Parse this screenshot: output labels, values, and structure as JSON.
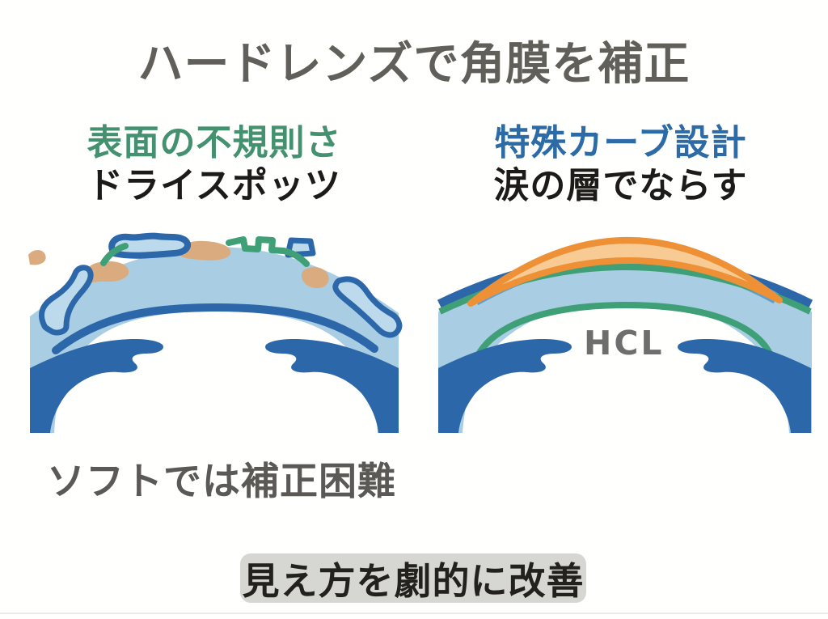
{
  "title": "ハードレンズで角膜を補正",
  "left_panel": {
    "heading": "表面の不規則さ",
    "subheading": "ドライスポッツ"
  },
  "right_panel": {
    "heading": "特殊カーブ設計",
    "subheading": "涙の層でならす",
    "lens_label": "HCL"
  },
  "footnote": "ソフトでは補正困難",
  "badge": {
    "label": "見え方を劇的に改善"
  },
  "colors": {
    "background": "#fffffe",
    "title_gray": "#615f59",
    "heading_green": "#43916f",
    "heading_blue": "#2d6ba6",
    "black_text": "#1d1b18",
    "footnote_gray": "#5b5955",
    "hcl_gray": "#6e6e6e",
    "badge_bg": "#d6d6d3",
    "badge_text": "#23211b",
    "cornea_fill": "#a9cee3",
    "bump_fill": "#bcdaec",
    "outline_blue": "#2b67a9",
    "green_line": "#3fa077",
    "dry_spot": "#d9ab7e",
    "tear_blue": "#5f9fd0",
    "lens_fill": "#f8cb94",
    "lens_stroke": "#ee9136"
  }
}
